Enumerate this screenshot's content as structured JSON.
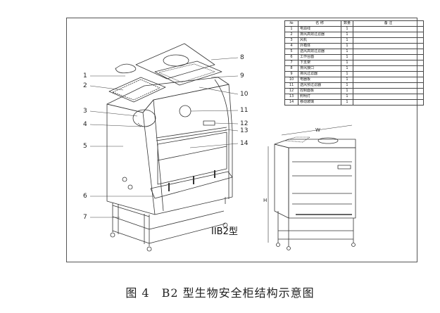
{
  "parts_table": {
    "headers": [
      "№",
      "名 称",
      "数量",
      "备 注"
    ],
    "rows": [
      {
        "no": "1",
        "name": "电源线",
        "qty": "1"
      },
      {
        "no": "2",
        "name": "排风高效过滤器",
        "qty": "1"
      },
      {
        "no": "3",
        "name": "风机",
        "qty": "1"
      },
      {
        "no": "4",
        "name": "外箱体",
        "qty": "1"
      },
      {
        "no": "5",
        "name": "送风高效过滤器",
        "qty": "1"
      },
      {
        "no": "6",
        "name": "工作台面",
        "qty": "1"
      },
      {
        "no": "7",
        "name": "下支架",
        "qty": "1"
      },
      {
        "no": "8",
        "name": "排风接口",
        "qty": "1"
      },
      {
        "no": "9",
        "name": "排风过滤器",
        "qty": "1"
      },
      {
        "no": "10",
        "name": "电器板",
        "qty": "1"
      },
      {
        "no": "11",
        "name": "送风预过滤器",
        "qty": "1"
      },
      {
        "no": "12",
        "name": "控制面板",
        "qty": "1"
      },
      {
        "no": "13",
        "name": "照明灯",
        "qty": "1"
      },
      {
        "no": "14",
        "name": "移动玻璃",
        "qty": "1"
      }
    ]
  },
  "callouts_left": [
    "1",
    "2",
    "3",
    "4",
    "5",
    "6",
    "7"
  ],
  "callouts_right": [
    "8",
    "9",
    "10",
    "11",
    "12",
    "13",
    "14"
  ],
  "dimension_labels": {
    "width": "W",
    "height": "H"
  },
  "model_label": "IIB2型",
  "caption": "图 4　B2 型生物安全柜结构示意图"
}
